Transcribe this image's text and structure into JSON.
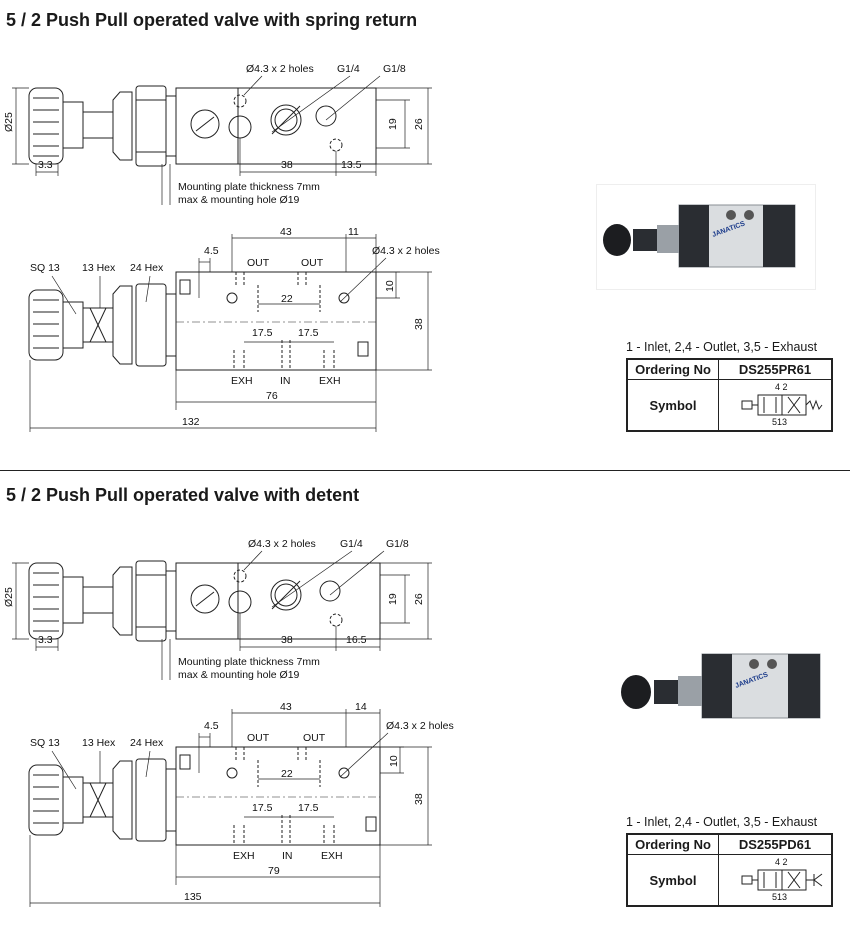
{
  "sections": [
    {
      "title": "5 / 2 Push Pull operated valve with spring return",
      "top_view": {
        "holes": "Ø4.3 x 2 holes",
        "port1": "G1/4",
        "port2": "G1/8",
        "dia": "Ø25",
        "knob": "3.3",
        "spacing": "38",
        "offset": "13.5",
        "h19": "19",
        "h26": "26",
        "note1": "Mounting plate thickness 7mm",
        "note2": "max & mounting hole Ø19"
      },
      "side_view": {
        "d43": "43",
        "d11": "11",
        "d45": "4.5",
        "holes": "Ø4.3 x 2 holes",
        "sq": "SQ 13",
        "hex13": "13 Hex",
        "hex24": "24 Hex",
        "out1": "OUT",
        "out2": "OUT",
        "d22": "22",
        "d10": "10",
        "d38": "38",
        "d175a": "17.5",
        "d175b": "17.5",
        "exh1": "EXH",
        "in": "IN",
        "exh2": "EXH",
        "body": "76",
        "total": "132"
      },
      "legend": "1 - Inlet,  2,4 - Outlet,  3,5 - Exhaust",
      "ordering_label": "Ordering No",
      "ordering_no": "DS255PR61",
      "symbol_label": "Symbol",
      "symbol_top": "4 2",
      "symbol_bottom": "513",
      "brand": "JANATICS"
    },
    {
      "title": "5 / 2 Push Pull operated valve with detent",
      "top_view": {
        "holes": "Ø4.3 x 2 holes",
        "port1": "G1/4",
        "port2": "G1/8",
        "dia": "Ø25",
        "knob": "3.3",
        "spacing": "38",
        "offset": "16.5",
        "h19": "19",
        "h26": "26",
        "note1": "Mounting plate thickness 7mm",
        "note2": "max & mounting hole Ø19"
      },
      "side_view": {
        "d43": "43",
        "d11": "14",
        "d45": "4.5",
        "holes": "Ø4.3 x 2 holes",
        "sq": "SQ 13",
        "hex13": "13 Hex",
        "hex24": "24 Hex",
        "out1": "OUT",
        "out2": "OUT",
        "d22": "22",
        "d10": "10",
        "d38": "38",
        "d175a": "17.5",
        "d175b": "17.5",
        "exh1": "EXH",
        "in": "IN",
        "exh2": "EXH",
        "body": "79",
        "total": "135"
      },
      "legend": "1 - Inlet,  2,4 - Outlet,  3,5 - Exhaust",
      "ordering_label": "Ordering No",
      "ordering_no": "DS255PD61",
      "symbol_label": "Symbol",
      "symbol_top": "4 2",
      "symbol_bottom": "513",
      "brand": "JANATICS"
    }
  ]
}
